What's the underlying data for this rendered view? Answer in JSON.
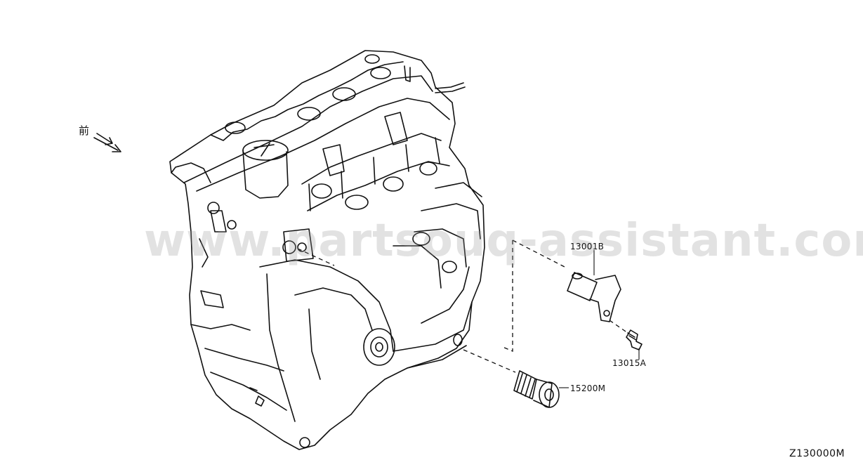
{
  "diagram": {
    "front_symbol": "前",
    "parts": [
      {
        "label": "13001B"
      },
      {
        "label": "13015A"
      },
      {
        "label": "15200M"
      }
    ],
    "diagram_code": "Z130000M",
    "watermark": "www.partsouq-assistant.com"
  },
  "colors": {
    "line": "#111111",
    "background": "#ffffff",
    "watermark": "#969696"
  }
}
